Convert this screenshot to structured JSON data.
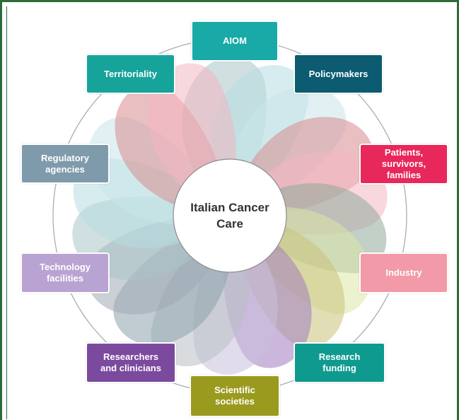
{
  "center": {
    "label": "Italian Cancer\nCare"
  },
  "nodes": [
    {
      "id": "aiom",
      "label": "AIOM",
      "color": "#19a9a6"
    },
    {
      "id": "policymakers",
      "label": "Policymakers",
      "color": "#0c5b70"
    },
    {
      "id": "patients",
      "label": "Patients,\nsurvivors,\nfamilies",
      "color": "#e8285a"
    },
    {
      "id": "industry",
      "label": "Industry",
      "color": "#f29aa7"
    },
    {
      "id": "research-funding",
      "label": "Research\nfunding",
      "color": "#0f9a8f"
    },
    {
      "id": "scientific-societies",
      "label": "Scientific\nsocieties",
      "color": "#9a9a1e"
    },
    {
      "id": "researchers",
      "label": "Researchers\nand clinicians",
      "color": "#7b4a9e"
    },
    {
      "id": "technology",
      "label": "Technology\nfacilities",
      "color": "#b9a3d2"
    },
    {
      "id": "regulatory",
      "label": "Regulatory\nagencies",
      "color": "#7f9aab"
    },
    {
      "id": "territoriality",
      "label": "Territoriality",
      "color": "#16a49a"
    }
  ],
  "petal_colors": [
    "#a9c4c6",
    "#b7dde2",
    "#c9e6ea",
    "#d98a8e",
    "#f2b7c1",
    "#8fa99a",
    "#dde6a6",
    "#c8c27a",
    "#a37cc0",
    "#c9c0dc",
    "#b8bfc4",
    "#8da3ad",
    "#a0aab4"
  ]
}
